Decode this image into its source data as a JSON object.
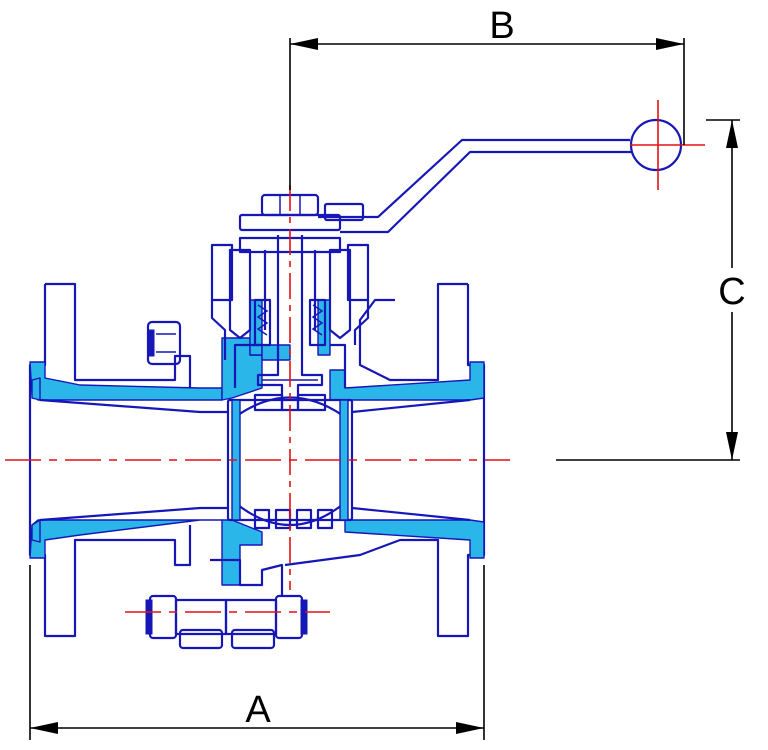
{
  "dimensions": {
    "a_label": "A",
    "b_label": "B",
    "c_label": "C"
  },
  "colors": {
    "outline": "#1717b8",
    "liner": "#2ab6e8",
    "centerline": "#e21212",
    "dimension": "#000000"
  }
}
